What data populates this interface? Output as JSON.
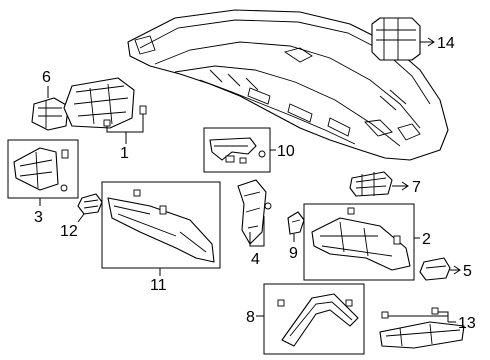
{
  "callouts": {
    "c1": "1",
    "c2": "2",
    "c3": "3",
    "c4": "4",
    "c5": "5",
    "c6": "6",
    "c7": "7",
    "c8": "8",
    "c9": "9",
    "c10": "10",
    "c11": "11",
    "c12": "12",
    "c13": "13",
    "c14": "14"
  },
  "style": {
    "line_color": "#000000",
    "background": "#ffffff"
  }
}
